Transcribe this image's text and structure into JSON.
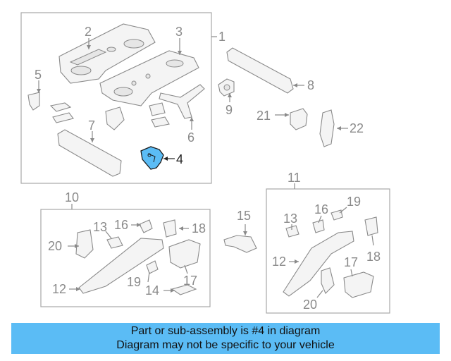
{
  "callouts": {
    "c1": "1",
    "c2": "2",
    "c3": "3",
    "c4": "4",
    "c5": "5",
    "c6": "6",
    "c7": "7",
    "c8": "8",
    "c9": "9",
    "c10": "10",
    "c11": "11",
    "l12": "12",
    "l13": "13",
    "l14": "14",
    "l16": "16",
    "l17": "17",
    "l18": "18",
    "l19": "19",
    "l20": "20",
    "c15": "15",
    "r12": "12",
    "r13": "13",
    "r16": "16",
    "r17": "17",
    "r18": "18",
    "r19": "19",
    "r20": "20",
    "c21": "21",
    "c22": "22"
  },
  "highlight": {
    "part": "4",
    "color": "#5bbcf5"
  },
  "banner": {
    "line1": "Part or sub-assembly is #4 in diagram",
    "line2": "Diagram may not be specific to your vehicle"
  }
}
